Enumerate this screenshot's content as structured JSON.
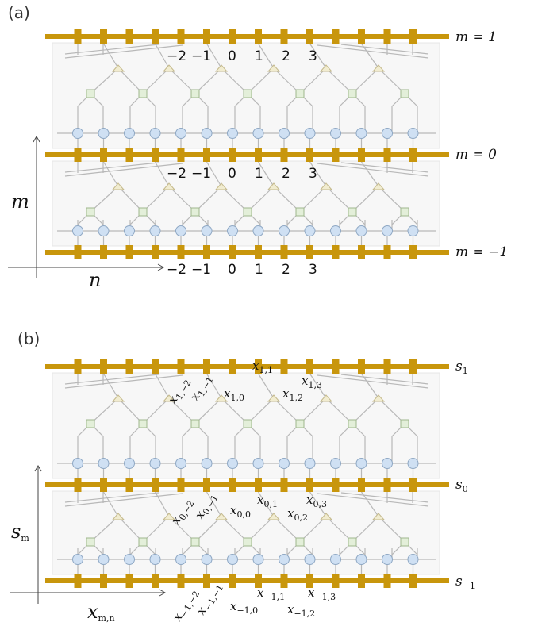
{
  "panels": [
    {
      "label": "(a)",
      "axis_y": "m",
      "axis_x": "n",
      "row_labels": [
        "m = 1",
        "m = 0",
        "m = −1"
      ],
      "index_labels": [
        "−2",
        "−1",
        "0",
        "1",
        "2",
        "3"
      ]
    },
    {
      "label": "(b)",
      "axis_y": {
        "base": "s",
        "sub": "m"
      },
      "axis_x": {
        "base": "x",
        "sub": "m,n"
      },
      "row_labels": [
        {
          "base": "s",
          "sub": "1"
        },
        {
          "base": "s",
          "sub": "0"
        },
        {
          "base": "s",
          "sub": "−1"
        }
      ],
      "variable_labels": [
        [
          {
            "base": "x",
            "sub": "1,−2"
          },
          {
            "base": "x",
            "sub": "1,−1"
          },
          {
            "base": "x",
            "sub": "1,0"
          },
          {
            "base": "x",
            "sub": "1,1"
          },
          {
            "base": "x",
            "sub": "1,2"
          },
          {
            "base": "x",
            "sub": "1,3"
          }
        ],
        [
          {
            "base": "x",
            "sub": "0,−2"
          },
          {
            "base": "x",
            "sub": "0,−1"
          },
          {
            "base": "x",
            "sub": "0,0"
          },
          {
            "base": "x",
            "sub": "0,1"
          },
          {
            "base": "x",
            "sub": "0,2"
          },
          {
            "base": "x",
            "sub": "0,3"
          }
        ],
        [
          {
            "base": "x",
            "sub": "−1,−2"
          },
          {
            "base": "x",
            "sub": "−1,−1"
          },
          {
            "base": "x",
            "sub": "−1,0"
          },
          {
            "base": "x",
            "sub": "−1,1"
          },
          {
            "base": "x",
            "sub": "−1,2"
          },
          {
            "base": "x",
            "sub": "−1,3"
          }
        ]
      ]
    }
  ],
  "colors": {
    "bus": "#c8960c",
    "wire": "#b8b8b8",
    "node_fill": "#cfe0f3",
    "node_stroke": "#8fa8c4",
    "factor_fill": "#e3efd9",
    "factor_stroke": "#9fb78d",
    "tri_fill": "#f1ecd0",
    "tri_stroke": "#c4b98c",
    "panel_bg": "#f7f7f7"
  }
}
